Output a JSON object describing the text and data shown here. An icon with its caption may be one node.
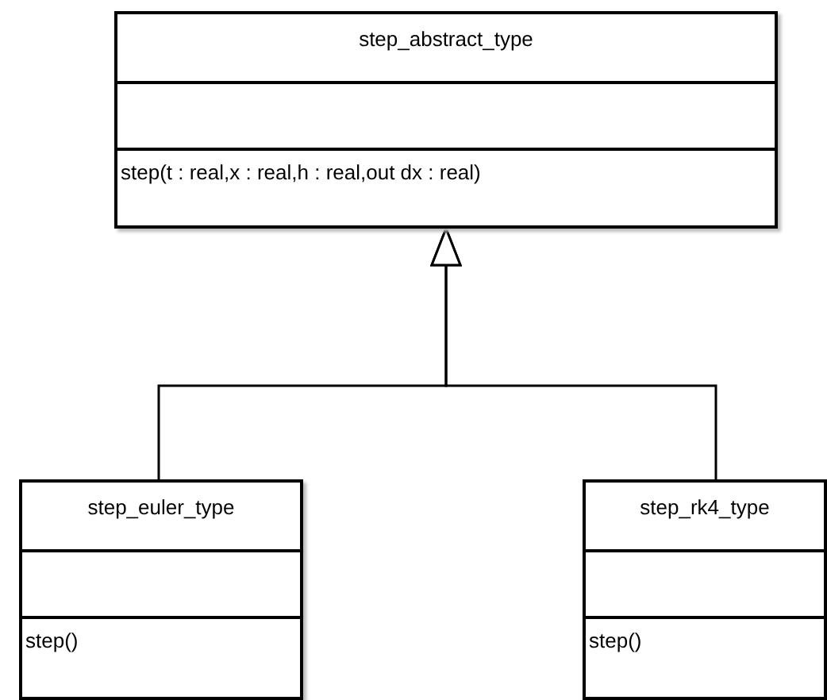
{
  "diagram": {
    "nodes": [
      {
        "text": [
          "step_abstract_type",
          "step(t : real,x : real,h : real,out dx : real)"
        ]
      },
      {
        "text": [
          "step_euler_type",
          "step()"
        ]
      },
      {
        "text": [
          "step_rk4_type",
          "step()"
        ]
      }
    ],
    "edges": [
      {
        "from": 1,
        "to": 0,
        "arrow": "to"
      },
      {
        "from": 2,
        "to": 0,
        "arrow": "to"
      }
    ]
  }
}
